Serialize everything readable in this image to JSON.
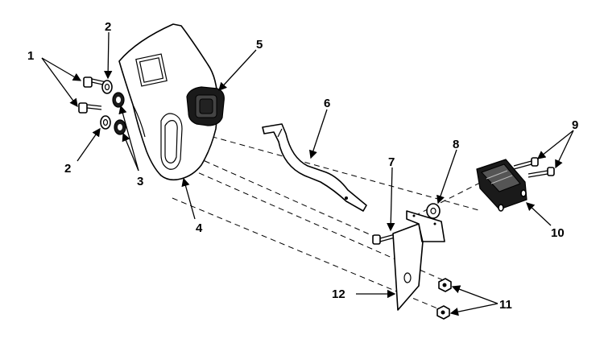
{
  "callouts": {
    "c1": "1",
    "c2a": "2",
    "c2b": "2",
    "c3": "3",
    "c4": "4",
    "c5": "5",
    "c6": "6",
    "c7": "7",
    "c8": "8",
    "c9": "9",
    "c10": "10",
    "c11": "11",
    "c12": "12"
  },
  "colors": {
    "ink": "#000000",
    "paper": "#ffffff"
  }
}
